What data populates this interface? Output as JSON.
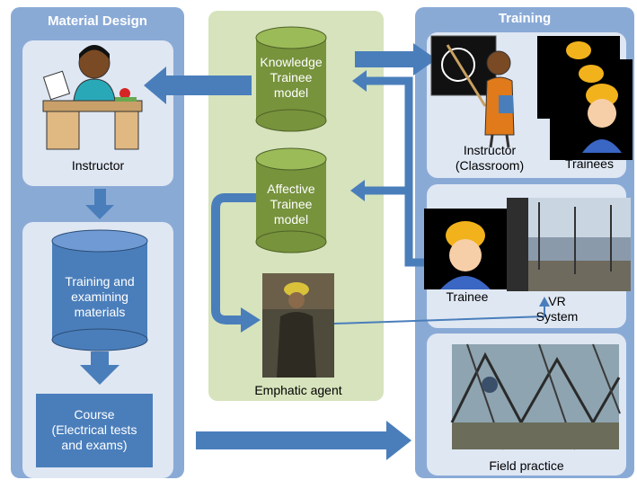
{
  "sections": {
    "material_design": "Material Design",
    "training": "Training"
  },
  "labels": {
    "instructor": "Instructor",
    "knowledge_model": [
      "Knowledge",
      "Trainee",
      "model"
    ],
    "affective_model": [
      "Affective",
      "Trainee",
      "model"
    ],
    "training_materials": [
      "Training and",
      "examining",
      "materials"
    ],
    "course": [
      "Course",
      "(Electrical tests",
      "and exams)"
    ],
    "emphatic_agent": "Emphatic agent",
    "instructor_classroom": [
      "Instructor",
      "(Classroom)"
    ],
    "trainees": "Trainees",
    "trainee": "Trainee",
    "vr_system": [
      "VR",
      "System"
    ],
    "field_practice": "Field practice"
  },
  "colors": {
    "panel_blue": "#8aaad6",
    "panel_green": "#d6e3bc",
    "subbox": "#dfe7f3",
    "arrow_blue": "#4a7ebb",
    "cylinder_green": "#77933c",
    "cylinder_blue": "#4a7ebb"
  }
}
